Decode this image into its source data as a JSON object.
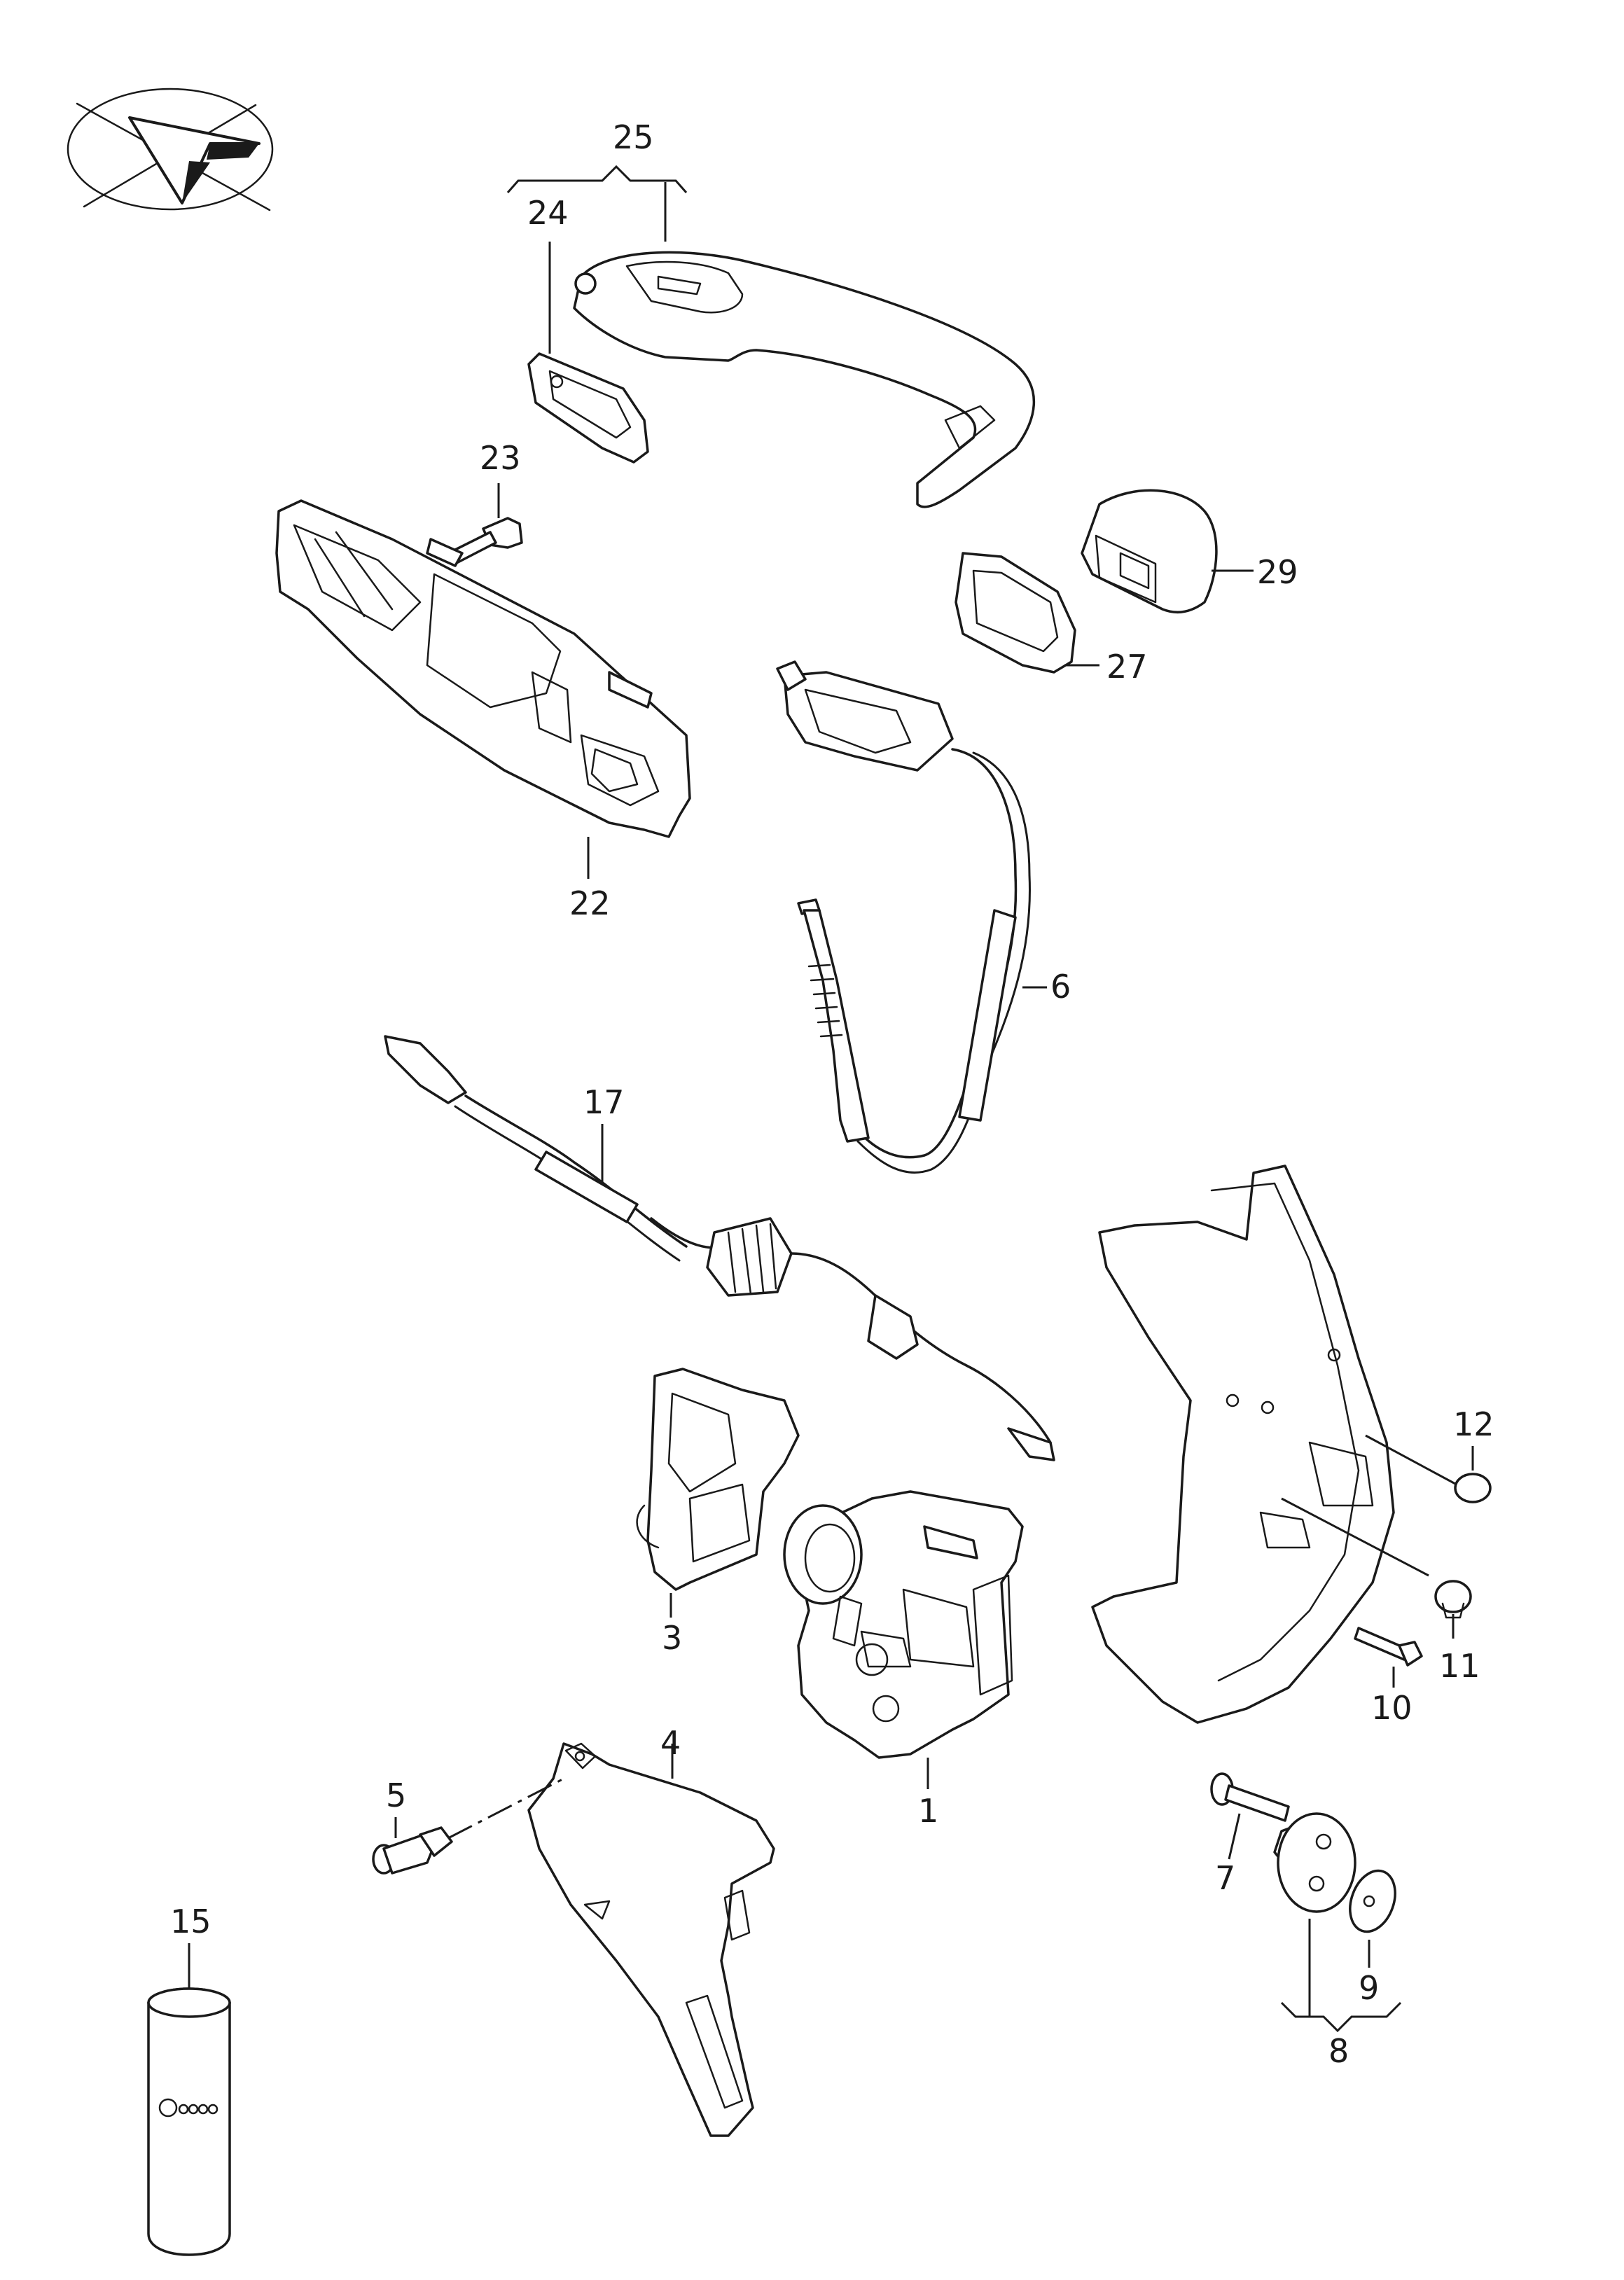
{
  "diagram": {
    "type": "exploded-parts-diagram",
    "orientation_symbol": "arrow-in-ellipse-icon",
    "parts": [
      {
        "id": "p1",
        "number": "1"
      },
      {
        "id": "p3",
        "number": "3"
      },
      {
        "id": "p4",
        "number": "4"
      },
      {
        "id": "p5",
        "number": "5"
      },
      {
        "id": "p6",
        "number": "6"
      },
      {
        "id": "p7",
        "number": "7"
      },
      {
        "id": "p8",
        "number": "8"
      },
      {
        "id": "p9",
        "number": "9"
      },
      {
        "id": "p10",
        "number": "10"
      },
      {
        "id": "p11",
        "number": "11"
      },
      {
        "id": "p12",
        "number": "12"
      },
      {
        "id": "p15",
        "number": "15"
      },
      {
        "id": "p17",
        "number": "17"
      },
      {
        "id": "p22",
        "number": "22"
      },
      {
        "id": "p23",
        "number": "23"
      },
      {
        "id": "p24",
        "number": "24"
      },
      {
        "id": "p25",
        "number": "25"
      },
      {
        "id": "p27",
        "number": "27"
      },
      {
        "id": "p29",
        "number": "29"
      }
    ]
  },
  "labels": {
    "l1": "1",
    "l3": "3",
    "l4": "4",
    "l5": "5",
    "l6": "6",
    "l7": "7",
    "l8": "8",
    "l9": "9",
    "l10": "10",
    "l11": "11",
    "l12": "12",
    "l15": "15",
    "l17": "17",
    "l22": "22",
    "l23": "23",
    "l24": "24",
    "l25": "25",
    "l27": "27",
    "l29": "29"
  },
  "colors": {
    "line": "#1a1a1a",
    "background": "#ffffff"
  }
}
